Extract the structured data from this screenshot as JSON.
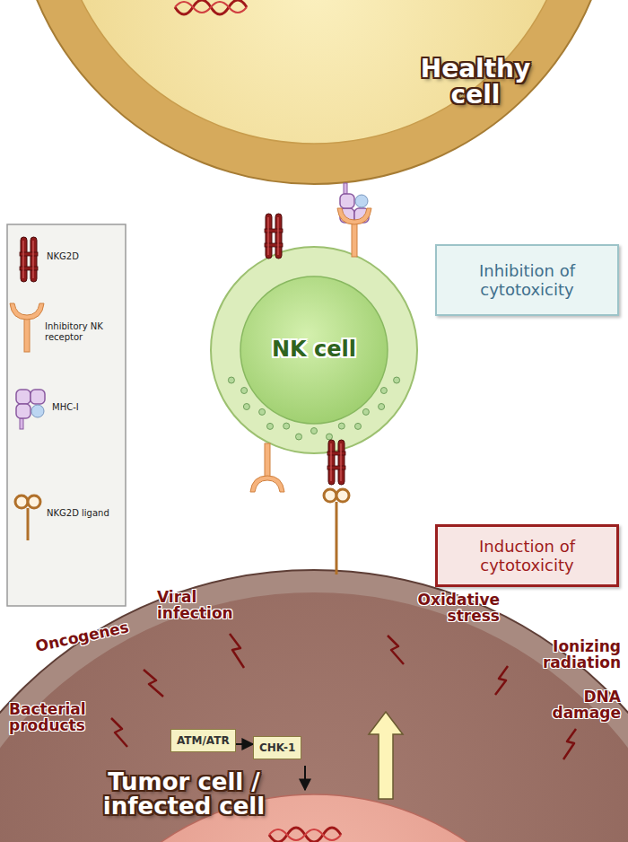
{
  "diagram": {
    "nodes": [
      {
        "text": [
          "Healthy cell"
        ]
      },
      {
        "text": [
          "Inhibition of cytotoxicity"
        ]
      },
      {
        "text": [
          "NK cell"
        ]
      },
      {
        "text": [
          "Induction of cytotoxicity"
        ]
      },
      {
        "text": [
          "Tumor cell / infected cell"
        ]
      },
      {
        "text": [
          "ATM/ATR"
        ],
        "in": 4
      },
      {
        "text": [
          "CHK-1"
        ],
        "in": 4
      }
    ],
    "edges": [
      {
        "from": 5,
        "to": 6,
        "arrow": "to"
      }
    ],
    "labels": [
      "Viral infection",
      "Oncogenes",
      "Bacterial products",
      "Oxidative stress",
      "Ionizing radiation",
      "DNA damage"
    ],
    "legend": [
      {
        "text": "NKG2D"
      },
      {
        "text": "Inhibitory NK receptor"
      },
      {
        "text": "MHC-I"
      },
      {
        "text": "NKG2D ligand"
      }
    ]
  }
}
